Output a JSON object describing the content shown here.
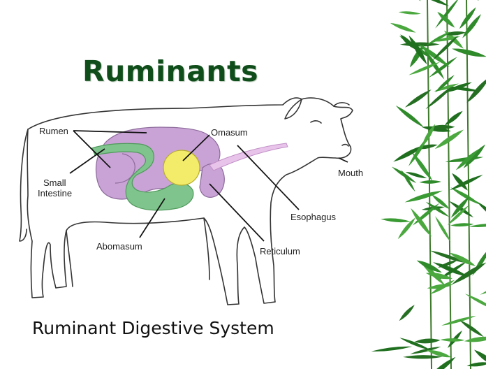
{
  "title": "Ruminants",
  "caption": "Ruminant Digestive System",
  "labels": {
    "rumen": "Rumen",
    "small_intestine_1": "Small",
    "small_intestine_2": "Intestine",
    "omasum": "Omasum",
    "mouth": "Mouth",
    "esophagus": "Esophagus",
    "abomasum": "Abomasum",
    "reticulum": "Reticulum"
  },
  "colors": {
    "title": "#0f4d1a",
    "rumen": "#c9a3d6",
    "intestine": "#7fc48c",
    "omasum": "#f3ec6a",
    "esophagus": "#e9c4ea",
    "bamboo": "#2f8a2a"
  }
}
